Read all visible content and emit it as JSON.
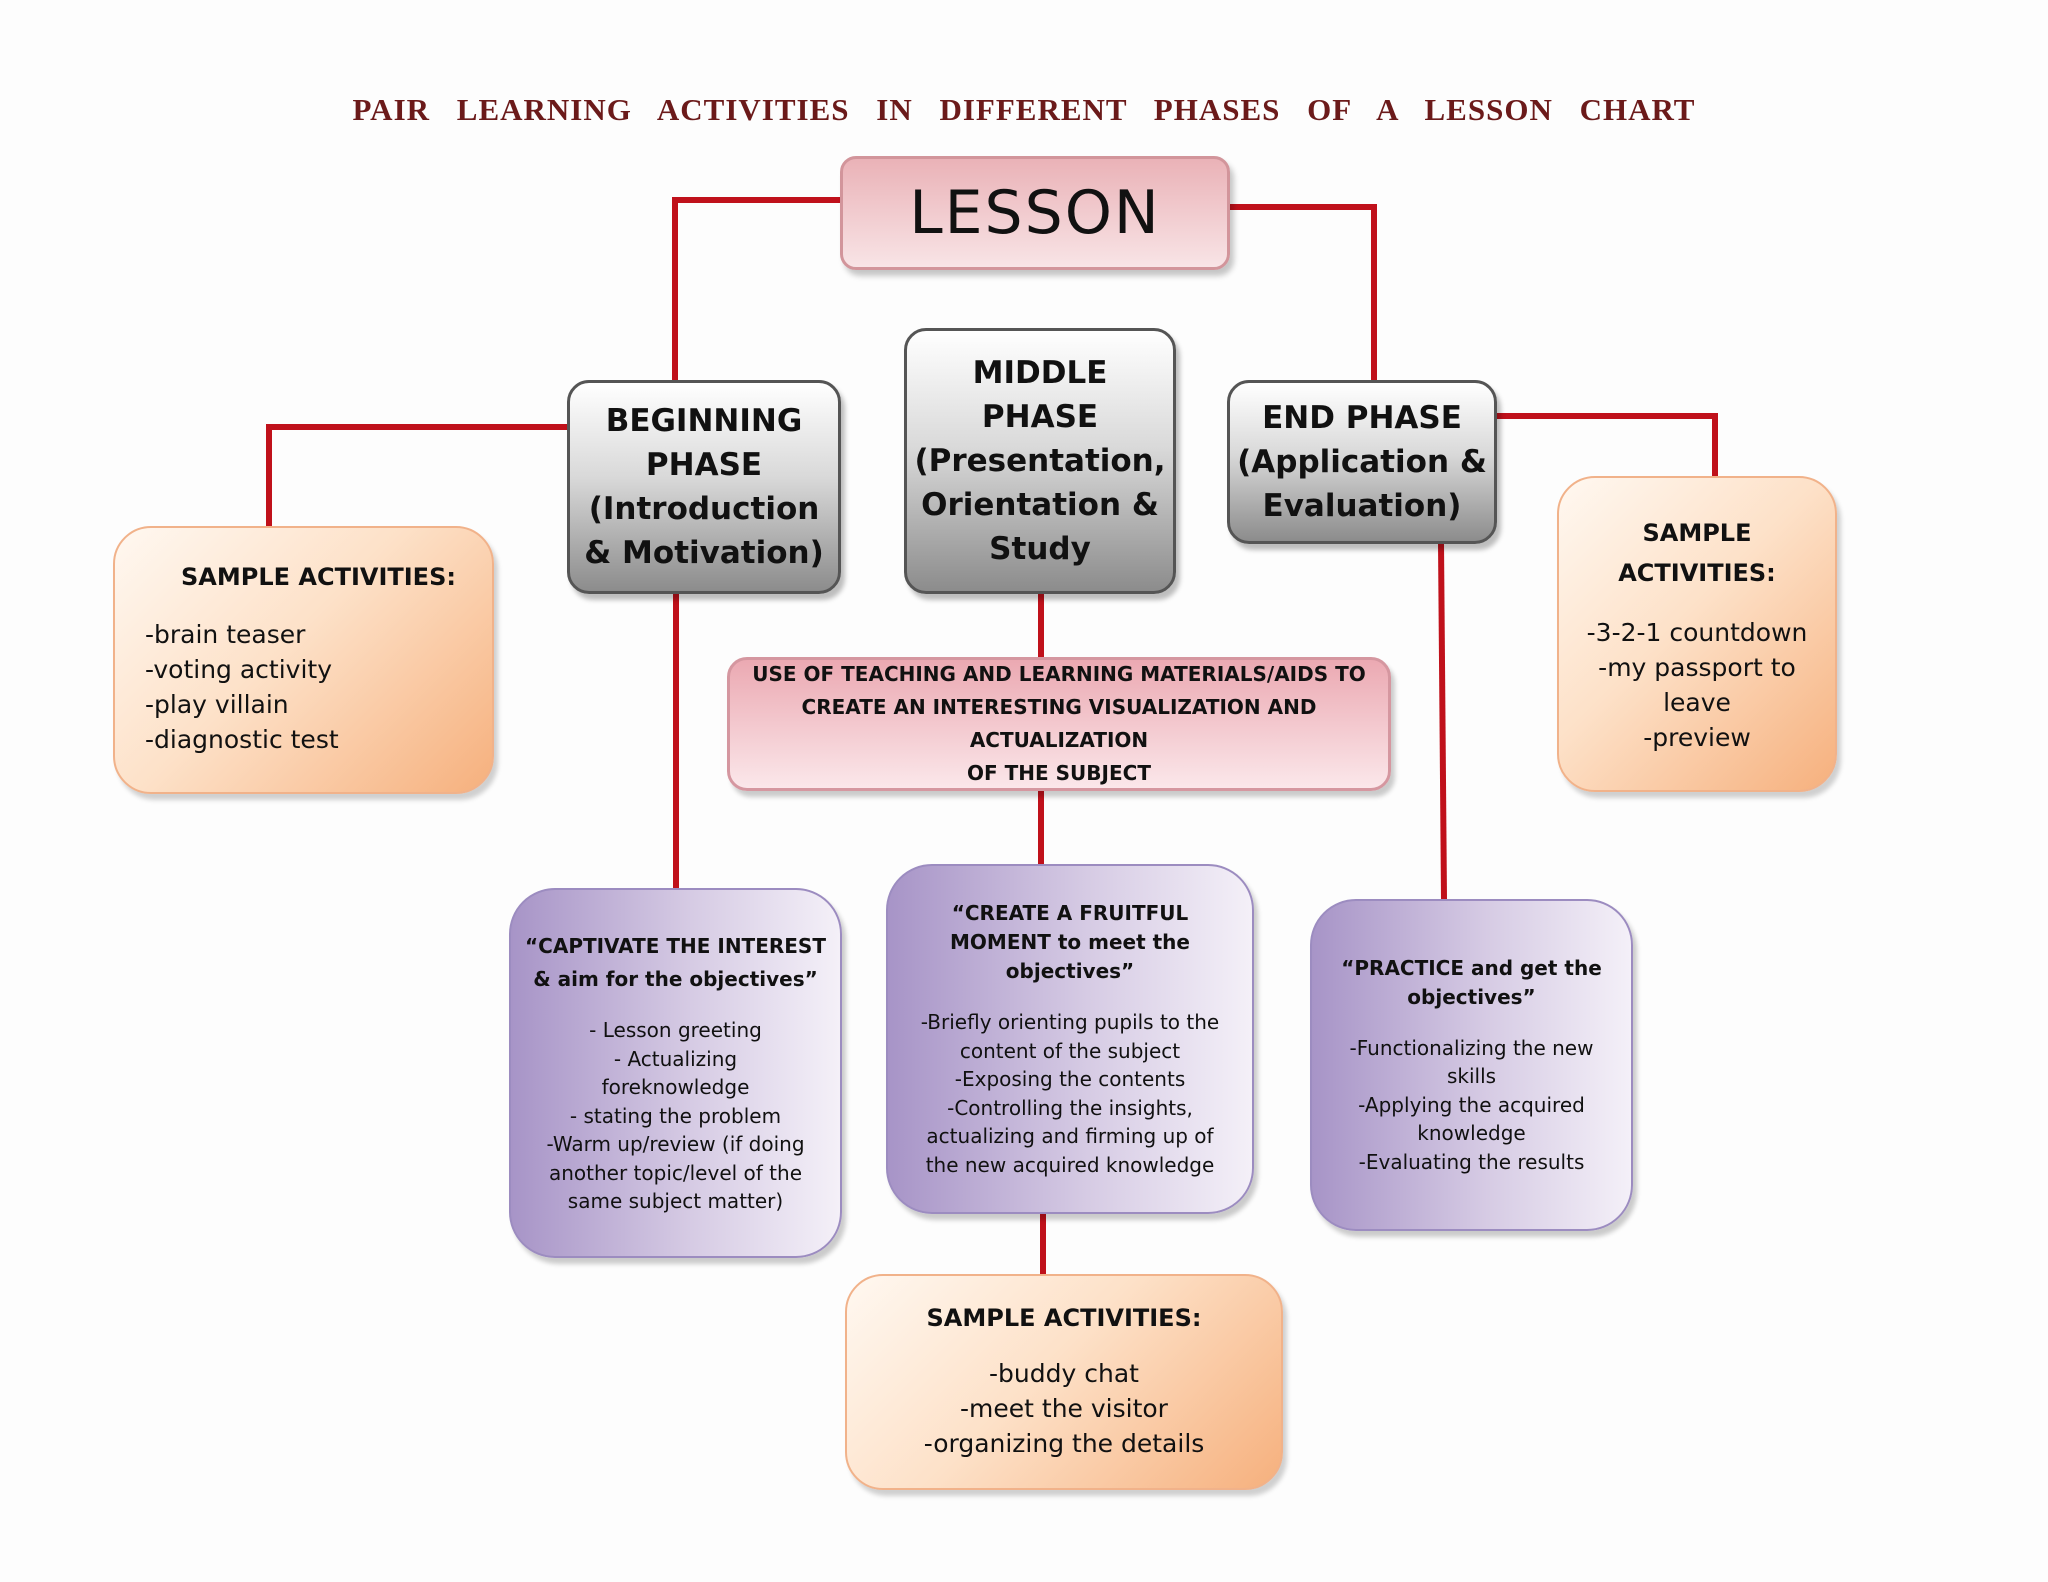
{
  "title": "PAIR LEARNING ACTIVITIES IN DIFFERENT PHASES OF A LESSON CHART",
  "lesson": "LESSON",
  "phases": [
    {
      "lines": [
        "BEGINNING",
        "PHASE",
        "(Introduction",
        "& Motivation)"
      ]
    },
    {
      "lines": [
        "MIDDLE",
        "PHASE",
        "(Presentation,",
        "Orientation &",
        "Study"
      ]
    },
    {
      "lines": [
        "END PHASE",
        "(Application &",
        "Evaluation)"
      ]
    }
  ],
  "teaching_materials": [
    "USE OF TEACHING AND LEARNING MATERIALS/AIDS TO",
    "CREATE AN INTERESTING VISUALIZATION AND ACTUALIZATION",
    "OF THE SUBJECT"
  ],
  "sample_activities": [
    {
      "heading": [
        "SAMPLE ACTIVITIES:"
      ],
      "items": [
        "-brain teaser",
        "-voting activity",
        "-play villain",
        "-diagnostic test"
      ]
    },
    {
      "heading": [
        "SAMPLE ACTIVITIES:"
      ],
      "items": [
        "-buddy chat",
        "-meet the visitor",
        "-organizing the details"
      ]
    },
    {
      "heading": [
        "SAMPLE",
        "ACTIVITIES:"
      ],
      "items": [
        "-3-2-1 countdown",
        "-my passport to",
        "leave",
        "-preview"
      ]
    }
  ],
  "objectives": [
    {
      "heading": [
        "“CAPTIVATE THE INTEREST",
        "& aim for the objectives”"
      ],
      "items": [
        "- Lesson greeting",
        "- Actualizing",
        "foreknowledge",
        "- stating the problem",
        "-Warm up/review (if doing",
        "another  topic/level of the",
        "same subject matter)"
      ]
    },
    {
      "heading": [
        "“CREATE A FRUITFUL",
        "MOMENT to meet the",
        "objectives”"
      ],
      "items": [
        "-Briefly orienting pupils to the",
        "content of the subject",
        "-Exposing the contents",
        "-Controlling the insights,",
        "actualizing and firming up of",
        "the new acquired knowledge"
      ]
    },
    {
      "heading": [
        "“PRACTICE  and get the",
        "objectives”"
      ],
      "items": [
        "-Functionalizing the new",
        "skills",
        "-Applying the acquired",
        "knowledge",
        "-Evaluating the results"
      ]
    }
  ],
  "colors": {
    "connector": "#c0111b",
    "title": "#6b1a1a",
    "lesson_fill": "#eab2b7",
    "sample_fill": "#f6b07d",
    "objective_fill": "#a794c7"
  }
}
